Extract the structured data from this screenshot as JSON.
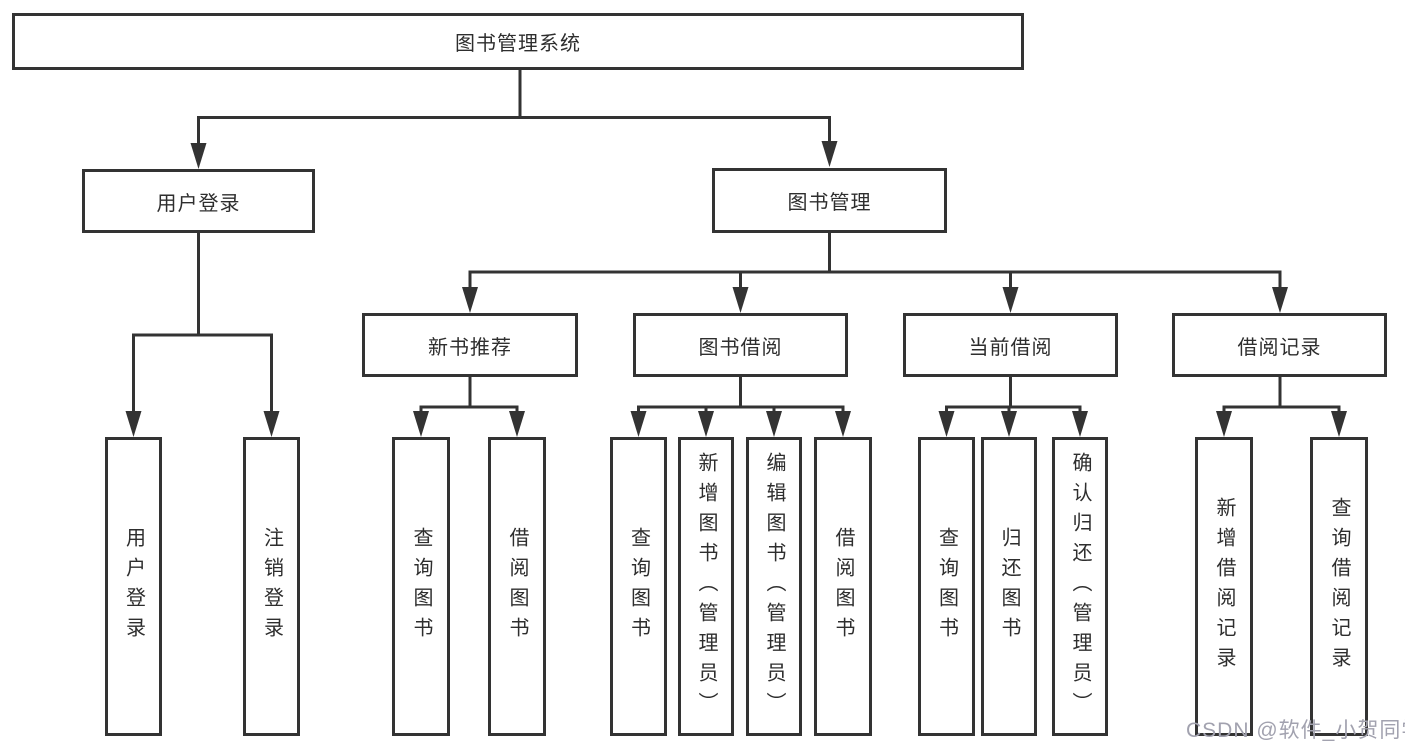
{
  "diagram": {
    "title": "图书管理系统",
    "line_color": "#333333",
    "text_color": "#2e2e2e",
    "background_color": "#ffffff",
    "nodes": {
      "root": "图书管理系统",
      "user_login": "用户登录",
      "book_mgmt": "图书管理",
      "new_book_rec": "新书推荐",
      "book_borrow": "图书借阅",
      "current_borrow": "当前借阅",
      "borrow_records": "借阅记录",
      "leaf_user_login": "用户登录",
      "leaf_logout": "注销登录",
      "leaf_rec_query": "查询图书",
      "leaf_rec_borrow": "借阅图书",
      "leaf_bb_query": "查询图书",
      "leaf_bb_add": "新增图书（管理员）",
      "leaf_bb_edit": "编辑图书（管理员）",
      "leaf_bb_borrow": "借阅图书",
      "leaf_cb_query": "查询图书",
      "leaf_cb_return": "归还图书",
      "leaf_cb_confirm": "确认归还（管理员）",
      "leaf_br_add": "新增借阅记录",
      "leaf_br_query": "查询借阅记录"
    }
  },
  "watermark": {
    "text": "CSDN @软件_小贺同学",
    "color": "#a2a2af"
  }
}
